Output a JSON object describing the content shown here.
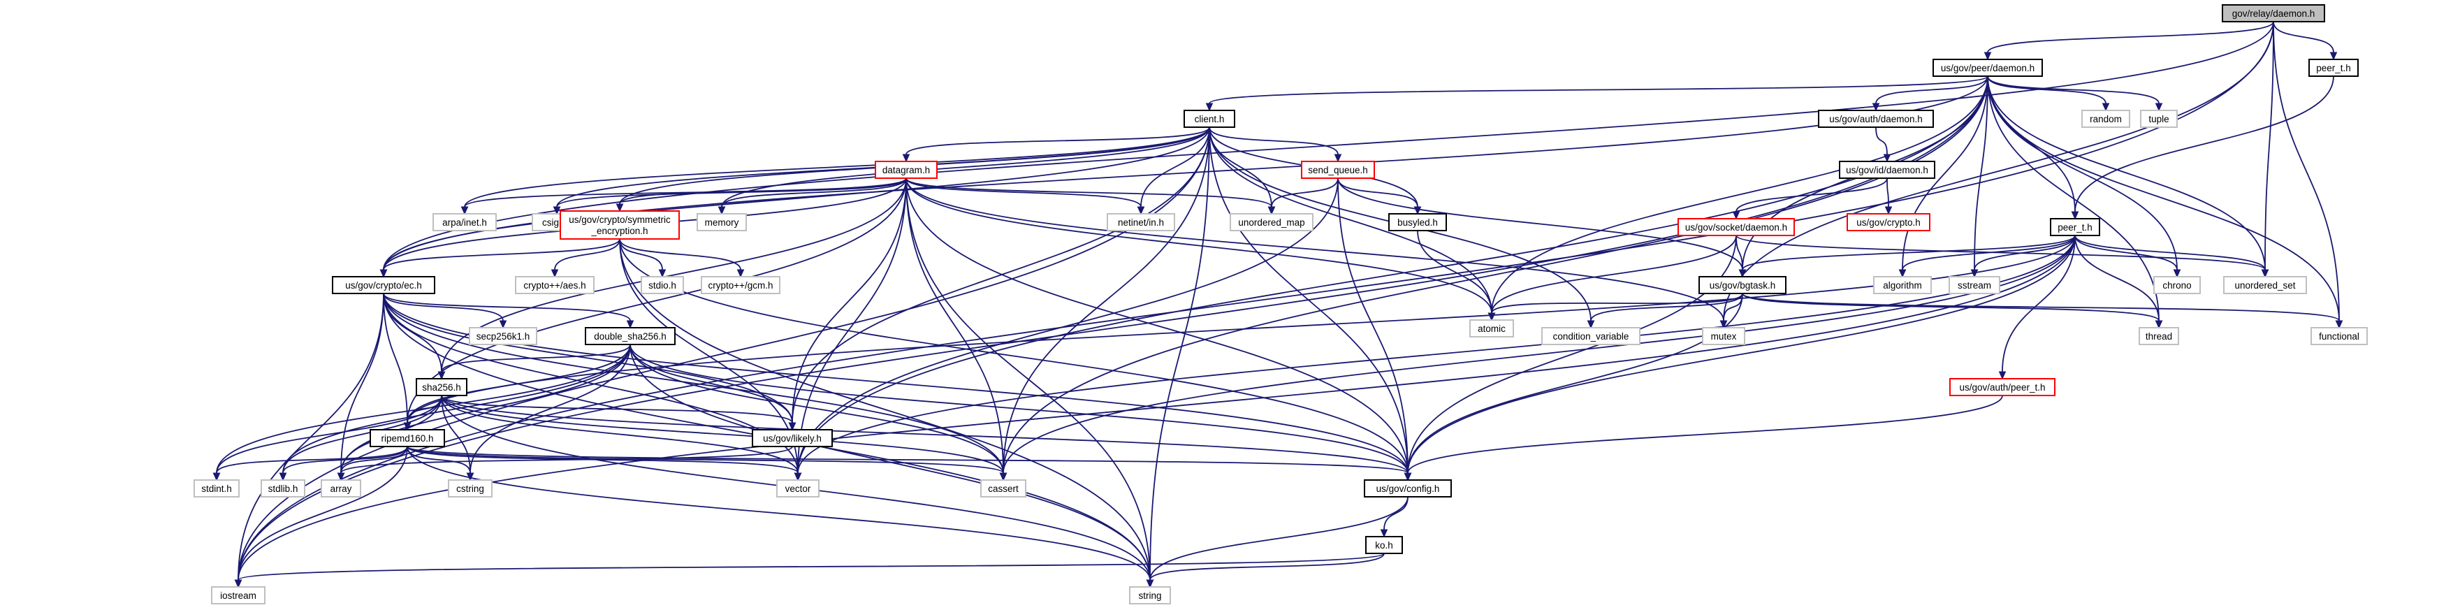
{
  "graph": {
    "colors": {
      "edge": "#191970",
      "box_border": "#000000",
      "external_border": "#bfbfbf",
      "missing_border": "#ff0000",
      "root_fill": "#bfbfbf",
      "text": "#000000"
    },
    "nodes": [
      {
        "id": "root",
        "label": "gov/relay/daemon.h",
        "style": "root"
      },
      {
        "id": "peer_daemon",
        "label": "us/gov/peer/daemon.h",
        "style": "box"
      },
      {
        "id": "peer_t_top",
        "label": "peer_t.h",
        "style": "box"
      },
      {
        "id": "client",
        "label": "client.h",
        "style": "box"
      },
      {
        "id": "auth_daemon",
        "label": "us/gov/auth/daemon.h",
        "style": "box"
      },
      {
        "id": "random",
        "label": "random",
        "style": "external"
      },
      {
        "id": "tuple",
        "label": "tuple",
        "style": "external"
      },
      {
        "id": "datagram",
        "label": "datagram.h",
        "style": "missing"
      },
      {
        "id": "send_queue",
        "label": "send_queue.h",
        "style": "missing"
      },
      {
        "id": "id_daemon",
        "label": "us/gov/id/daemon.h",
        "style": "box"
      },
      {
        "id": "arpa_inet",
        "label": "arpa/inet.h",
        "style": "external"
      },
      {
        "id": "csignal",
        "label": "csignal",
        "style": "external"
      },
      {
        "id": "sym_enc",
        "label": "us/gov/crypto/symmetric",
        "label2": "_encryption.h",
        "style": "missing"
      },
      {
        "id": "memory",
        "label": "memory",
        "style": "external"
      },
      {
        "id": "netinet",
        "label": "netinet/in.h",
        "style": "external"
      },
      {
        "id": "unordered_map",
        "label": "unordered_map",
        "style": "external"
      },
      {
        "id": "busyled",
        "label": "busyled.h",
        "style": "box"
      },
      {
        "id": "gov_crypto",
        "label": "us/gov/crypto.h",
        "style": "missing"
      },
      {
        "id": "socket_daemon",
        "label": "us/gov/socket/daemon.h",
        "style": "missing"
      },
      {
        "id": "peer_t",
        "label": "peer_t.h",
        "style": "box"
      },
      {
        "id": "crypto_ec",
        "label": "us/gov/crypto/ec.h",
        "style": "box"
      },
      {
        "id": "cryptopp_aes",
        "label": "crypto++/aes.h",
        "style": "external"
      },
      {
        "id": "stdio",
        "label": "stdio.h",
        "style": "external"
      },
      {
        "id": "cryptopp_gcm",
        "label": "crypto++/gcm.h",
        "style": "external"
      },
      {
        "id": "bgtask",
        "label": "us/gov/bgtask.h",
        "style": "box"
      },
      {
        "id": "algorithm",
        "label": "algorithm",
        "style": "external"
      },
      {
        "id": "sstream",
        "label": "sstream",
        "style": "external"
      },
      {
        "id": "chrono",
        "label": "chrono",
        "style": "external"
      },
      {
        "id": "unordered_set",
        "label": "unordered_set",
        "style": "external"
      },
      {
        "id": "atomic",
        "label": "atomic",
        "style": "external"
      },
      {
        "id": "secp256k1",
        "label": "secp256k1.h",
        "style": "external"
      },
      {
        "id": "double_sha",
        "label": "double_sha256.h",
        "style": "box"
      },
      {
        "id": "cond_var",
        "label": "condition_variable",
        "style": "external"
      },
      {
        "id": "mutex",
        "label": "mutex",
        "style": "external"
      },
      {
        "id": "thread",
        "label": "thread",
        "style": "external"
      },
      {
        "id": "functional",
        "label": "functional",
        "style": "external"
      },
      {
        "id": "sha256",
        "label": "sha256.h",
        "style": "box"
      },
      {
        "id": "auth_peer_t",
        "label": "us/gov/auth/peer_t.h",
        "style": "missing"
      },
      {
        "id": "likely",
        "label": "us/gov/likely.h",
        "style": "box"
      },
      {
        "id": "ripemd",
        "label": "ripemd160.h",
        "style": "box"
      },
      {
        "id": "stdint",
        "label": "stdint.h",
        "style": "external"
      },
      {
        "id": "stdlib",
        "label": "stdlib.h",
        "style": "external"
      },
      {
        "id": "array",
        "label": "array",
        "style": "external"
      },
      {
        "id": "cstring",
        "label": "cstring",
        "style": "external"
      },
      {
        "id": "vector",
        "label": "vector",
        "style": "external"
      },
      {
        "id": "cassert",
        "label": "cassert",
        "style": "external"
      },
      {
        "id": "config",
        "label": "us/gov/config.h",
        "style": "box"
      },
      {
        "id": "ko",
        "label": "ko.h",
        "style": "box"
      },
      {
        "id": "iostream",
        "label": "iostream",
        "style": "external"
      },
      {
        "id": "string",
        "label": "string",
        "style": "external"
      }
    ],
    "edges": [
      [
        "root",
        "peer_daemon"
      ],
      [
        "root",
        "peer_t_top"
      ],
      [
        "root",
        "iostream"
      ],
      [
        "root",
        "crypto_ec"
      ],
      [
        "root",
        "unordered_set"
      ],
      [
        "root",
        "mutex"
      ],
      [
        "root",
        "functional"
      ],
      [
        "peer_t_top",
        "peer_t"
      ],
      [
        "peer_daemon",
        "client"
      ],
      [
        "peer_daemon",
        "auth_daemon"
      ],
      [
        "peer_daemon",
        "random"
      ],
      [
        "peer_daemon",
        "tuple"
      ],
      [
        "peer_daemon",
        "peer_t"
      ],
      [
        "peer_daemon",
        "crypto_ec"
      ],
      [
        "peer_daemon",
        "atomic"
      ],
      [
        "peer_daemon",
        "chrono"
      ],
      [
        "peer_daemon",
        "unordered_set"
      ],
      [
        "peer_daemon",
        "thread"
      ],
      [
        "peer_daemon",
        "functional"
      ],
      [
        "peer_daemon",
        "iostream"
      ],
      [
        "peer_daemon",
        "bgtask"
      ],
      [
        "peer_daemon",
        "cassert"
      ],
      [
        "peer_daemon",
        "algorithm"
      ],
      [
        "peer_daemon",
        "sstream"
      ],
      [
        "peer_daemon",
        "vector"
      ],
      [
        "client",
        "datagram"
      ],
      [
        "client",
        "send_queue"
      ],
      [
        "client",
        "arpa_inet"
      ],
      [
        "client",
        "csignal"
      ],
      [
        "client",
        "sym_enc"
      ],
      [
        "client",
        "memory"
      ],
      [
        "client",
        "netinet"
      ],
      [
        "client",
        "unordered_map"
      ],
      [
        "client",
        "busyled"
      ],
      [
        "client",
        "crypto_ec"
      ],
      [
        "client",
        "atomic"
      ],
      [
        "client",
        "cond_var"
      ],
      [
        "client",
        "config"
      ],
      [
        "client",
        "string"
      ],
      [
        "client",
        "iostream"
      ],
      [
        "client",
        "cassert"
      ],
      [
        "client",
        "likely"
      ],
      [
        "auth_daemon",
        "id_daemon"
      ],
      [
        "id_daemon",
        "socket_daemon"
      ],
      [
        "id_daemon",
        "gov_crypto"
      ],
      [
        "socket_daemon",
        "bgtask"
      ],
      [
        "socket_daemon",
        "atomic"
      ],
      [
        "socket_daemon",
        "config"
      ],
      [
        "socket_daemon",
        "unordered_set"
      ],
      [
        "datagram",
        "arpa_inet"
      ],
      [
        "datagram",
        "csignal"
      ],
      [
        "datagram",
        "sym_enc"
      ],
      [
        "datagram",
        "memory"
      ],
      [
        "datagram",
        "netinet"
      ],
      [
        "datagram",
        "unordered_map"
      ],
      [
        "datagram",
        "crypto_ec"
      ],
      [
        "datagram",
        "atomic"
      ],
      [
        "datagram",
        "mutex"
      ],
      [
        "datagram",
        "config"
      ],
      [
        "datagram",
        "string"
      ],
      [
        "datagram",
        "cassert"
      ],
      [
        "datagram",
        "vector"
      ],
      [
        "datagram",
        "likely"
      ],
      [
        "datagram",
        "sha256"
      ],
      [
        "datagram",
        "ripemd"
      ],
      [
        "send_queue",
        "unordered_map"
      ],
      [
        "send_queue",
        "busyled"
      ],
      [
        "send_queue",
        "bgtask"
      ],
      [
        "send_queue",
        "config"
      ],
      [
        "send_queue",
        "vector"
      ],
      [
        "busyled",
        "atomic"
      ],
      [
        "sym_enc",
        "crypto_ec"
      ],
      [
        "sym_enc",
        "cryptopp_aes"
      ],
      [
        "sym_enc",
        "stdio"
      ],
      [
        "sym_enc",
        "cryptopp_gcm"
      ],
      [
        "sym_enc",
        "vector"
      ],
      [
        "sym_enc",
        "string"
      ],
      [
        "sym_enc",
        "config"
      ],
      [
        "crypto_ec",
        "secp256k1"
      ],
      [
        "crypto_ec",
        "double_sha"
      ],
      [
        "crypto_ec",
        "sha256"
      ],
      [
        "crypto_ec",
        "ripemd"
      ],
      [
        "crypto_ec",
        "likely"
      ],
      [
        "crypto_ec",
        "iostream"
      ],
      [
        "crypto_ec",
        "array"
      ],
      [
        "crypto_ec",
        "vector"
      ],
      [
        "crypto_ec",
        "string"
      ],
      [
        "crypto_ec",
        "cassert"
      ],
      [
        "crypto_ec",
        "config"
      ],
      [
        "double_sha",
        "sha256"
      ],
      [
        "double_sha",
        "ripemd"
      ],
      [
        "double_sha",
        "likely"
      ],
      [
        "double_sha",
        "stdint"
      ],
      [
        "double_sha",
        "stdlib"
      ],
      [
        "double_sha",
        "array"
      ],
      [
        "double_sha",
        "cstring"
      ],
      [
        "double_sha",
        "string"
      ],
      [
        "double_sha",
        "config"
      ],
      [
        "double_sha",
        "cassert"
      ],
      [
        "sha256",
        "ripemd"
      ],
      [
        "sha256",
        "likely"
      ],
      [
        "sha256",
        "stdint"
      ],
      [
        "sha256",
        "stdlib"
      ],
      [
        "sha256",
        "array"
      ],
      [
        "sha256",
        "cstring"
      ],
      [
        "sha256",
        "string"
      ],
      [
        "sha256",
        "vector"
      ],
      [
        "sha256",
        "cassert"
      ],
      [
        "sha256",
        "config"
      ],
      [
        "ripemd",
        "stdint"
      ],
      [
        "ripemd",
        "stdlib"
      ],
      [
        "ripemd",
        "array"
      ],
      [
        "ripemd",
        "cstring"
      ],
      [
        "ripemd",
        "iostream"
      ],
      [
        "ripemd",
        "string"
      ],
      [
        "ripemd",
        "vector"
      ],
      [
        "ripemd",
        "cassert"
      ],
      [
        "ripemd",
        "config"
      ],
      [
        "likely",
        "array"
      ],
      [
        "bgtask",
        "atomic"
      ],
      [
        "bgtask",
        "cond_var"
      ],
      [
        "bgtask",
        "mutex"
      ],
      [
        "bgtask",
        "thread"
      ],
      [
        "bgtask",
        "functional"
      ],
      [
        "bgtask",
        "config"
      ],
      [
        "peer_t",
        "algorithm"
      ],
      [
        "peer_t",
        "sstream"
      ],
      [
        "peer_t",
        "chrono"
      ],
      [
        "peer_t",
        "unordered_set"
      ],
      [
        "peer_t",
        "bgtask"
      ],
      [
        "peer_t",
        "thread"
      ],
      [
        "peer_t",
        "auth_peer_t"
      ],
      [
        "peer_t",
        "config"
      ],
      [
        "peer_t",
        "cassert"
      ],
      [
        "peer_t",
        "vector"
      ],
      [
        "peer_t",
        "iostream"
      ],
      [
        "peer_t",
        "ripemd"
      ],
      [
        "auth_peer_t",
        "config"
      ],
      [
        "config",
        "ko"
      ],
      [
        "config",
        "string"
      ],
      [
        "ko",
        "iostream"
      ],
      [
        "ko",
        "string"
      ]
    ]
  }
}
